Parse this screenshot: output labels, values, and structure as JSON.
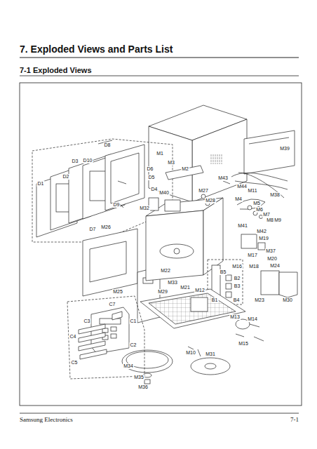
{
  "diagram": {
    "title": "7. Exploded Views and Parts List",
    "labels": [
      "7-1 Exploded Views",
      "D8",
      "D3",
      "D10",
      "D6",
      "D5",
      "D2",
      "D1",
      "D4",
      "D9",
      "D7",
      "M1",
      "M3",
      "M2",
      "M39",
      "M43",
      "M44",
      "M11",
      "M38",
      "M4",
      "M5",
      "M6",
      "M7",
      "M8",
      "M9",
      "M40",
      "M27",
      "M28",
      "M32",
      "M41",
      "M42",
      "M19",
      "M37",
      "M20",
      "M17",
      "M18",
      "M24",
      "M26",
      "M22",
      "M33",
      "M21",
      "M25",
      "M29",
      "M12",
      "M16",
      "B5",
      "B1",
      "B2",
      "B3",
      "B4",
      "M23",
      "M30",
      "M13",
      "M14",
      "M15",
      "M10",
      "M31",
      "M34",
      "M35",
      "M36",
      "C7",
      "C1",
      "C3",
      "C4",
      "C2",
      "C5",
      "Samsung Electronics",
      "7-1"
    ]
  }
}
